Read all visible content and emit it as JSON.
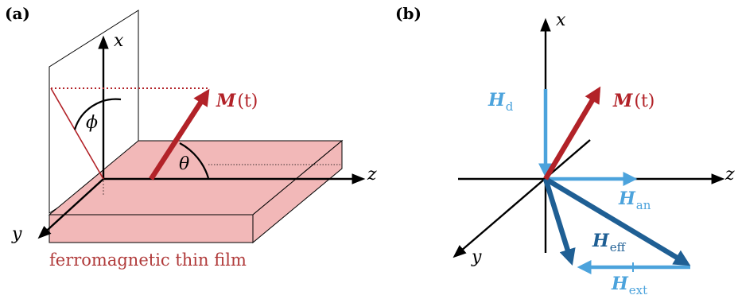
{
  "panel_a": {
    "label": "(a)",
    "axes": {
      "x": "x",
      "y": "y",
      "z": "z"
    },
    "angles": {
      "phi": "ϕ",
      "theta": "θ"
    },
    "magnetization": {
      "symbol": "M",
      "argument": "(t)"
    },
    "film_caption": "ferromagnetic thin film"
  },
  "panel_b": {
    "label": "(b)",
    "axes": {
      "x": "x",
      "y": "y",
      "z": "z"
    },
    "magnetization": {
      "symbol": "M",
      "argument": "(t)"
    },
    "fields": {
      "demag": {
        "symbol": "H",
        "subscript": "d"
      },
      "anisotropy": {
        "symbol": "H",
        "subscript": "an"
      },
      "effective": {
        "symbol": "H",
        "subscript": "eff"
      },
      "external": {
        "symbol": "H",
        "subscript": "ext"
      }
    }
  },
  "colors": {
    "magnetization": "#b22228",
    "film_fill": "#f2b8b8",
    "caption": "#b03a3a",
    "light_blue": "#4ca3dc",
    "dark_blue": "#1f5f94",
    "axis": "#000000"
  }
}
